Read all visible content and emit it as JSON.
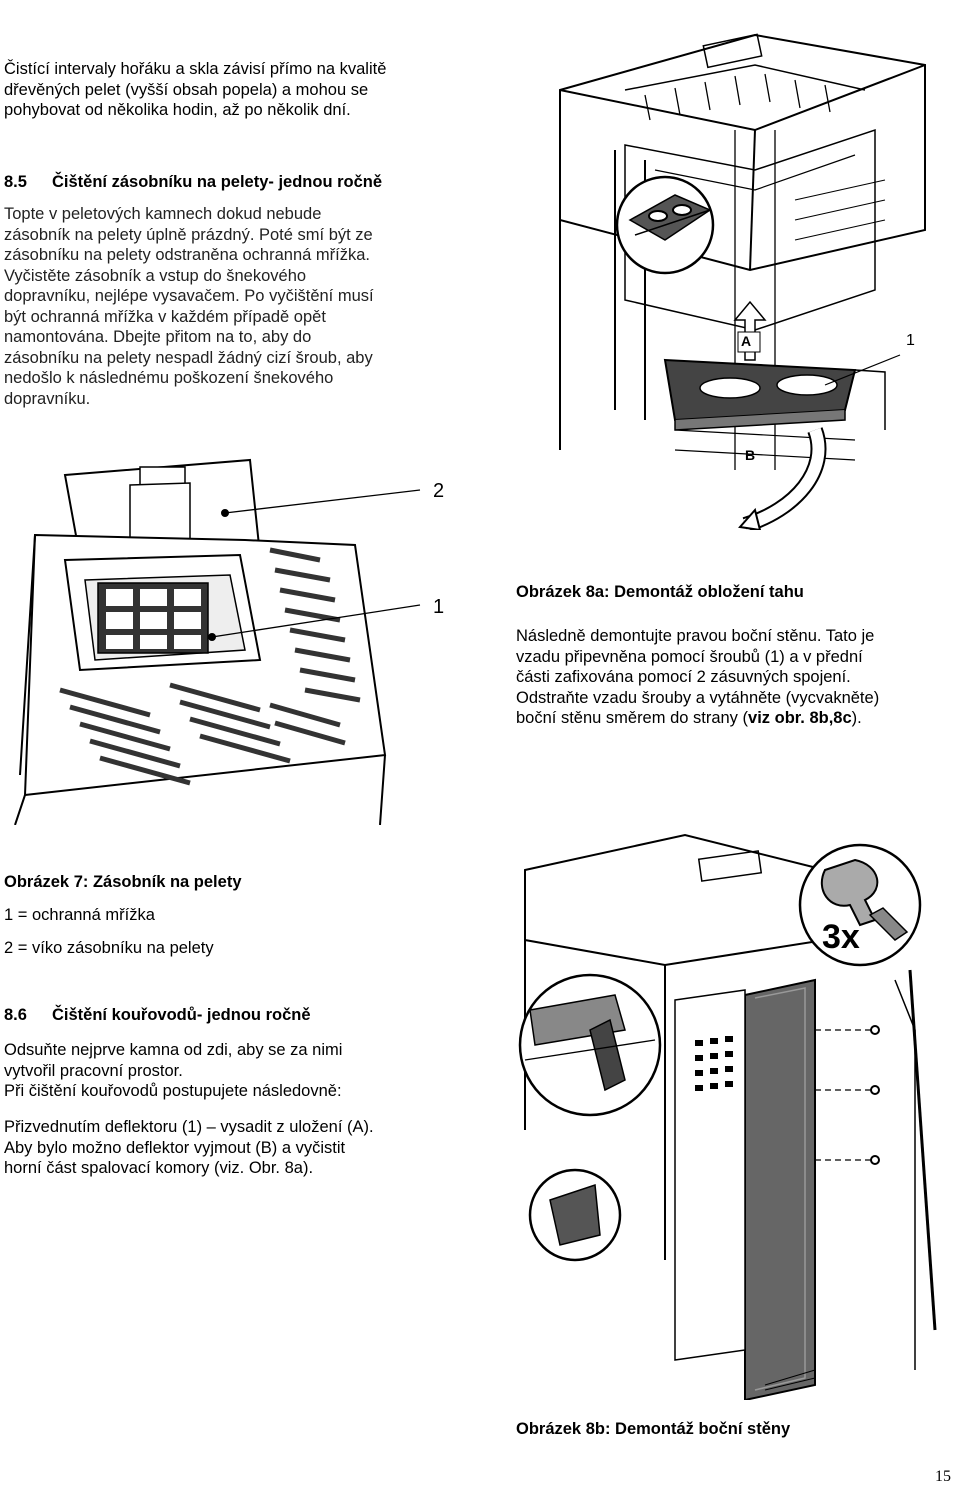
{
  "intro": {
    "lines": [
      "Čistící intervaly hořáku a skla závisí přímo na kvalitě",
      "dřevěných pelet (vyšší obsah popela) a mohou se",
      "pohybovat od několika hodin, až po několik dní."
    ]
  },
  "section_8_5": {
    "number": "8.5",
    "title": "Čištění zásobníku na pelety- jednou ročně",
    "lines": [
      "Topte v peletových kamnech dokud nebude",
      "zásobník na pelety úplně prázdný. Poté smí být ze",
      "zásobníku na pelety odstraněna ochranná mřížka.",
      "Vyčistěte zásobník a vstup do šnekového",
      "dopravníku, nejlépe vysavačem. Po vyčištění musí",
      "být ochranná mřížka v každém případě opět",
      "namontována. Dbejte přitom na to, aby do",
      "zásobníku na pelety nespadl žádný cizí šroub, aby",
      "nedošlo k následnému poškození šnekového",
      "dopravníku."
    ]
  },
  "figure_7": {
    "callout_2": "2",
    "callout_1": "1",
    "caption": "Obrázek 7: Zásobník na pelety",
    "legend": [
      "1 = ochranná mřížka",
      "2 = víko zásobníku na pelety"
    ]
  },
  "section_8_6": {
    "number": "8.6",
    "title": "Čištění kouřovodů- jednou ročně",
    "para1": [
      "Odsuňte nejprve kamna od zdi, aby se za nimi",
      "vytvořil pracovní prostor.",
      "Při čištění kouřovodů postupujete následovně:"
    ],
    "para2": [
      "Přizvednutím deflektoru (1) – vysadit z uložení (A).",
      "Aby bylo možno deflektor vyjmout (B) a vyčistit",
      "horní část spalovací komory (viz. Obr. 8a)."
    ]
  },
  "figure_8a": {
    "label_a": "A",
    "label_b": "B",
    "callout_1": "1",
    "caption": "Obrázek 8a: Demontáž obložení tahu",
    "text": [
      "Následně demontujte pravou boční stěnu. Tato je",
      "vzadu připevněna pomocí šroubů (1) a v přední",
      "části zafixována pomocí 2 zásuvných spojení.",
      "Odstraňte vzadu šrouby a vytáhněte (vycvakněte)",
      "boční stěnu směrem do strany ("
    ],
    "text_ref": "viz obr. 8b,8c",
    "text_end": ")."
  },
  "figure_8b": {
    "quantity": "3x",
    "caption": "Obrázek 8b: Demontáž boční stěny"
  },
  "page_number": "15"
}
